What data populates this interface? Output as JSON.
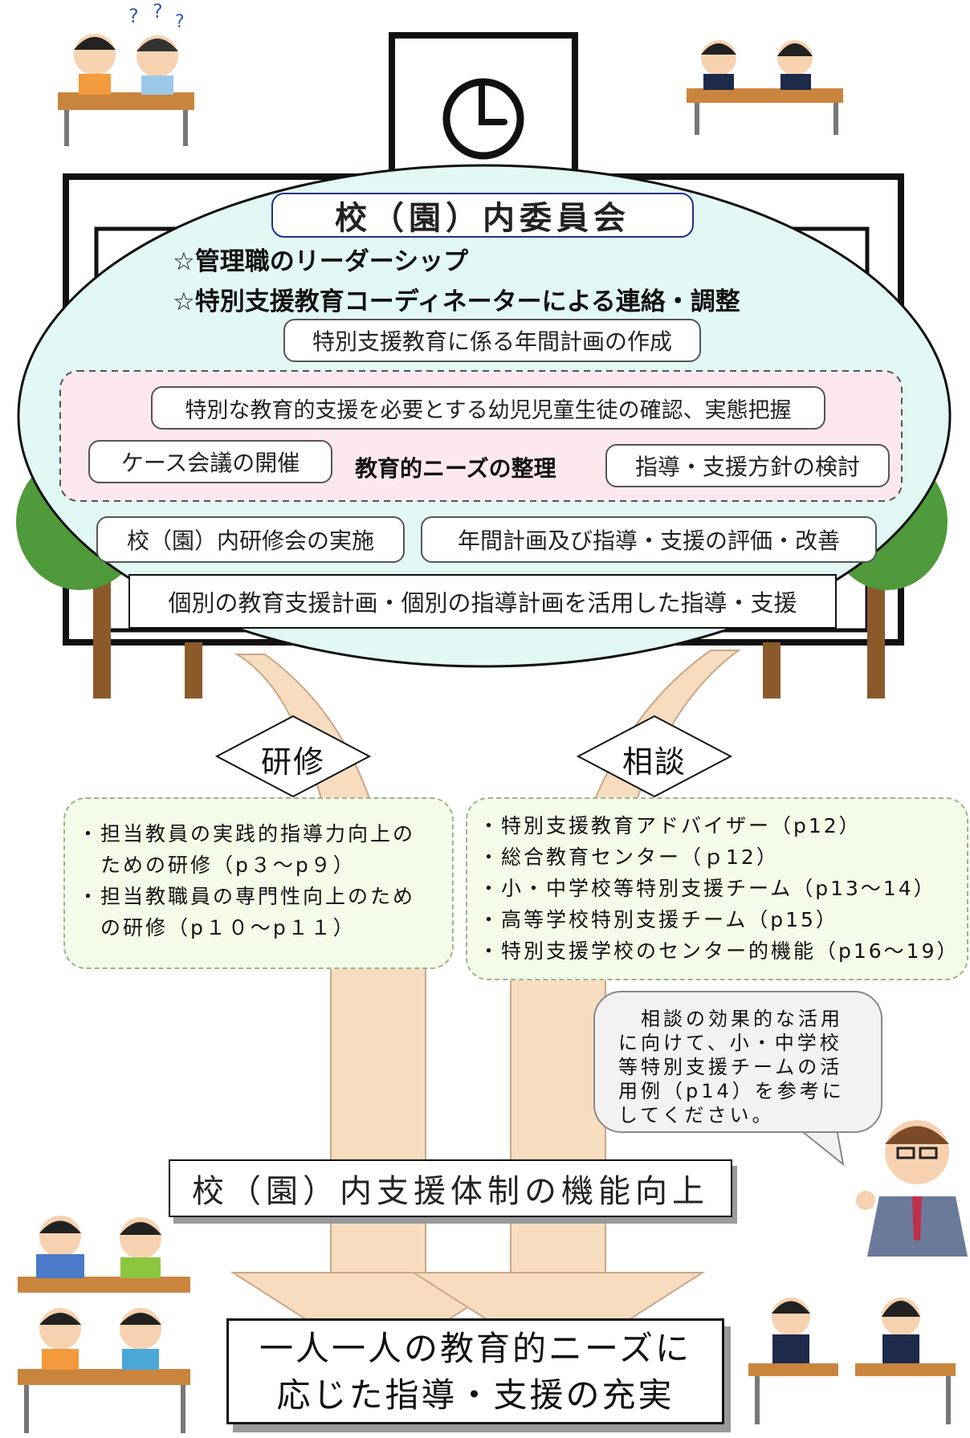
{
  "committee": {
    "title": "校（園）内委員会",
    "star1": "☆管理職のリーダーシップ",
    "star2": "☆特別支援教育コーディネーターによる連絡・調整",
    "annual_plan": "特別支援教育に係る年間計画の作成",
    "grasp": "特別な教育的支援を必要とする幼児児童生徒の確認、実態把握",
    "case_meeting": "ケース会議の開催",
    "needs": "教育的ニーズの整理",
    "policy": "指導・支援方針の検討",
    "training_session": "校（園）内研修会の実施",
    "evaluation": "年間計画及び指導・支援の評価・改善",
    "individual_plan": "個別の教育支援計画・個別の指導計画を活用した指導・支援"
  },
  "training": {
    "label": "研修",
    "items": [
      "・担当教員の実践的指導力向上の",
      "　ための研修（p３～p９）",
      "・担当教職員の専門性向上のため",
      "　の研修（p１０～p１１）"
    ]
  },
  "consult": {
    "label": "相談",
    "items": [
      "・特別支援教育アドバイザー（p12）",
      "・総合教育センター（ｐ12）",
      "・小・中学校等特別支援チーム（p13～14）",
      "・高等学校特別支援チーム（p15）",
      "・特別支援学校のセンター的機能（p16～19）"
    ]
  },
  "speech": {
    "lines": [
      "　相談の効果的な活用",
      "に向けて、小・中学校",
      "等特別支援チームの活",
      "用例（p14）を参考に",
      "してください。"
    ]
  },
  "result1": "校（園）内支援体制の機能向上",
  "result2_line1": "一人一人の教育的ニーズに",
  "result2_line2": "応じた指導・支援の充実",
  "colors": {
    "bubble": "#e2f8f5",
    "pink_area": "#fde8ee",
    "note_bg": "#f4fbe8",
    "arrow": "#f8dcc0",
    "title_border": "#1f2f8a"
  }
}
